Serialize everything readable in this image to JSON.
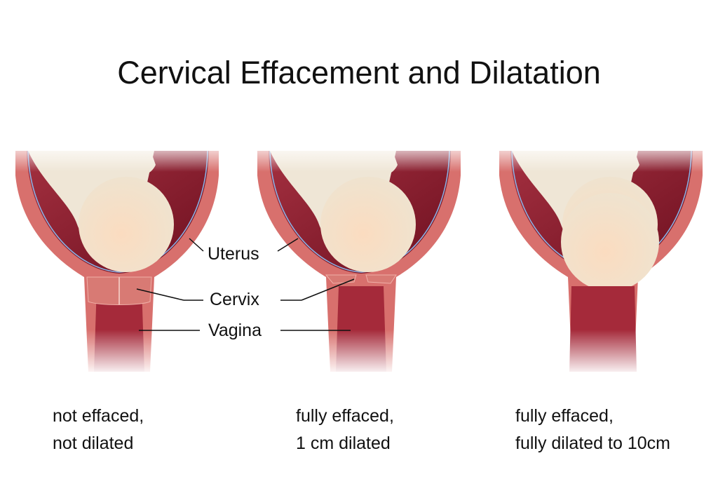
{
  "title": "Cervical Effacement and Dilatation",
  "labels": {
    "uterus": "Uterus",
    "cervix": "Cervix",
    "vagina": "Vagina"
  },
  "panels": [
    {
      "line1": "not effaced,",
      "line2": "not dilated"
    },
    {
      "line1": "fully effaced,",
      "line2": "1 cm dilated"
    },
    {
      "line1": "fully effaced,",
      "line2": "fully dilated to 10cm"
    }
  ],
  "colors": {
    "wall": "#d8706d",
    "cavity": "#7e1727",
    "fetus": "#f3dcc2",
    "membrane": "#8ab4e8"
  }
}
